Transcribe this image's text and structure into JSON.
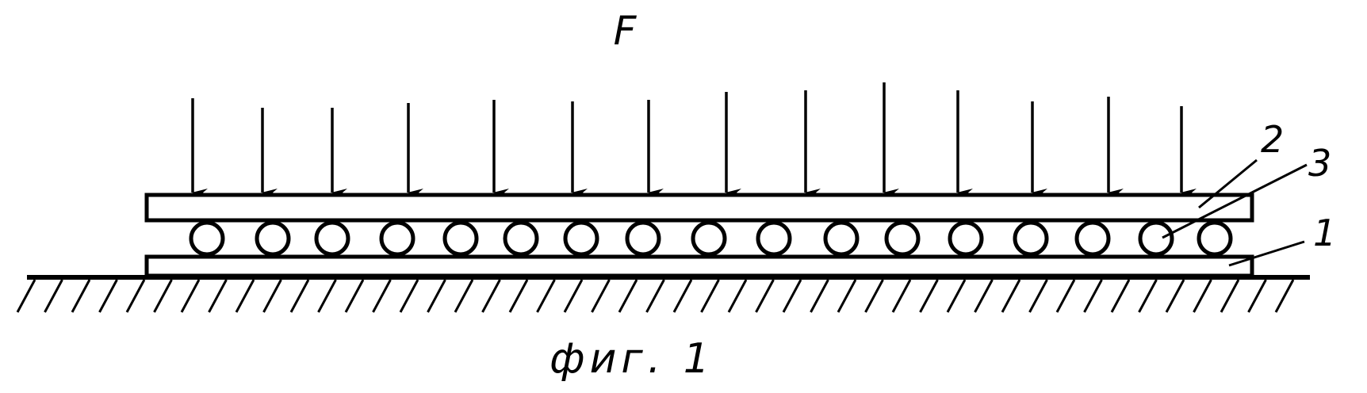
{
  "figure": {
    "force_label": "F",
    "part_labels": [
      {
        "id": "top-plate",
        "text": "2"
      },
      {
        "id": "rollers",
        "text": "3"
      },
      {
        "id": "base-plate",
        "text": "1"
      }
    ],
    "caption": "фиг. 1",
    "ink_color": "#000000",
    "paper_color": "#ffffff"
  }
}
